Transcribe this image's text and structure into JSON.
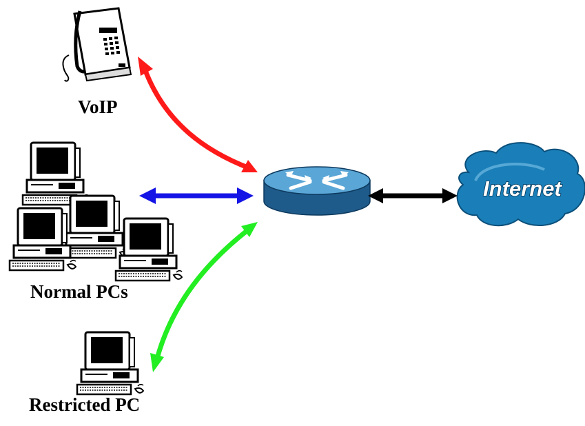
{
  "labels": {
    "voip": "VoIP",
    "normal_pcs": "Normal PCs",
    "restricted_pc": "Restricted PC",
    "internet": "Internet"
  },
  "nodes": [
    {
      "id": "voip-phone",
      "icon": "phone-icon"
    },
    {
      "id": "normal-pcs",
      "icon": "computer-icon",
      "count": 4
    },
    {
      "id": "restricted-pc",
      "icon": "computer-icon",
      "count": 1
    },
    {
      "id": "router",
      "icon": "router-icon"
    },
    {
      "id": "internet",
      "icon": "cloud-icon"
    }
  ],
  "links": [
    {
      "from": "voip-phone",
      "to": "router",
      "color": "#ff1a1a",
      "bidirectional": true
    },
    {
      "from": "normal-pcs",
      "to": "router",
      "color": "#1414e6",
      "bidirectional": true
    },
    {
      "from": "restricted-pc",
      "to": "router",
      "color": "#22ee22",
      "bidirectional": true
    },
    {
      "from": "router",
      "to": "internet",
      "color": "#000000",
      "bidirectional": true
    }
  ],
  "colors": {
    "voip_link": "#ff1a1a",
    "pcs_link": "#1414e6",
    "restricted_link": "#22ee22",
    "internet_link": "#000000",
    "router_body": "#4f98c8",
    "cloud": "#1a7fb8"
  }
}
